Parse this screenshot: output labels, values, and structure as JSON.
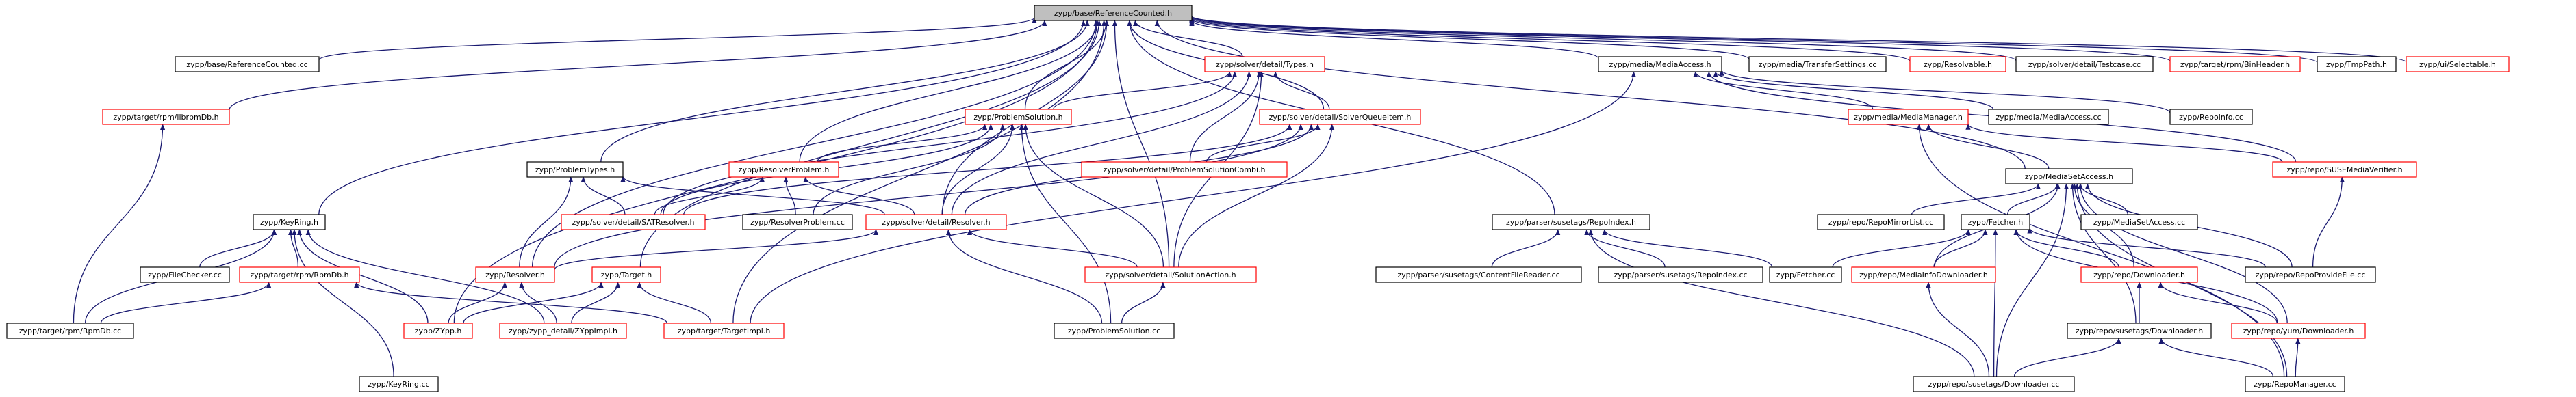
{
  "colors": {
    "edge": "#191970",
    "border_normal": "#000000",
    "border_undocumented": "#ff0000",
    "root_fill": "#bfbfbf",
    "node_fill": "#ffffff"
  },
  "nodes": [
    {
      "id": "root",
      "label": "zypp/base/ReferenceCounted.h",
      "style": "root"
    },
    {
      "id": "refcc",
      "label": "zypp/base/ReferenceCounted.cc",
      "style": "normal"
    },
    {
      "id": "types",
      "label": "zypp/solver/detail/Types.h",
      "style": "red"
    },
    {
      "id": "mediaaccess",
      "label": "zypp/media/MediaAccess.h",
      "style": "normal"
    },
    {
      "id": "transfer",
      "label": "zypp/media/TransferSettings.cc",
      "style": "normal"
    },
    {
      "id": "resolvable",
      "label": "zypp/Resolvable.h",
      "style": "red"
    },
    {
      "id": "testcase",
      "label": "zypp/solver/detail/Testcase.cc",
      "style": "normal"
    },
    {
      "id": "binheader",
      "label": "zypp/target/rpm/BinHeader.h",
      "style": "red"
    },
    {
      "id": "tmppath",
      "label": "zypp/TmpPath.h",
      "style": "normal"
    },
    {
      "id": "selectable",
      "label": "zypp/ui/Selectable.h",
      "style": "red"
    },
    {
      "id": "librpmdb",
      "label": "zypp/target/rpm/librpmDb.h",
      "style": "red"
    },
    {
      "id": "probsol",
      "label": "zypp/ProblemSolution.h",
      "style": "red"
    },
    {
      "id": "sqitem",
      "label": "zypp/solver/detail/SolverQueueItem.h",
      "style": "red"
    },
    {
      "id": "mediamanager",
      "label": "zypp/media/MediaManager.h",
      "style": "red"
    },
    {
      "id": "mediaaccesscc",
      "label": "zypp/media/MediaAccess.cc",
      "style": "normal"
    },
    {
      "id": "repoinfo",
      "label": "zypp/RepoInfo.cc",
      "style": "normal"
    },
    {
      "id": "problemtypes",
      "label": "zypp/ProblemTypes.h",
      "style": "normal"
    },
    {
      "id": "resolverproblem",
      "label": "zypp/ResolverProblem.h",
      "style": "red"
    },
    {
      "id": "probsolcombi",
      "label": "zypp/solver/detail/ProblemSolutionCombi.h",
      "style": "red"
    },
    {
      "id": "suseverifier",
      "label": "zypp/repo/SUSEMediaVerifier.h",
      "style": "red"
    },
    {
      "id": "mediasetaccess",
      "label": "zypp/MediaSetAccess.h",
      "style": "normal"
    },
    {
      "id": "keyring",
      "label": "zypp/KeyRing.h",
      "style": "normal"
    },
    {
      "id": "satresolver",
      "label": "zypp/solver/detail/SATResolver.h",
      "style": "red"
    },
    {
      "id": "resolverproblemcc",
      "label": "zypp/ResolverProblem.cc",
      "style": "normal"
    },
    {
      "id": "detailresolver",
      "label": "zypp/solver/detail/Resolver.h",
      "style": "red"
    },
    {
      "id": "repoindex",
      "label": "zypp/parser/susetags/RepoIndex.h",
      "style": "normal"
    },
    {
      "id": "repomirrorlist",
      "label": "zypp/repo/RepoMirrorList.cc",
      "style": "normal"
    },
    {
      "id": "fetcher",
      "label": "zypp/Fetcher.h",
      "style": "normal"
    },
    {
      "id": "mediasetaccesscc",
      "label": "zypp/MediaSetAccess.cc",
      "style": "normal"
    },
    {
      "id": "filechecker",
      "label": "zypp/FileChecker.cc",
      "style": "normal"
    },
    {
      "id": "rpmdbh",
      "label": "zypp/target/rpm/RpmDb.h",
      "style": "red"
    },
    {
      "id": "resolverh",
      "label": "zypp/Resolver.h",
      "style": "red"
    },
    {
      "id": "targeth",
      "label": "zypp/Target.h",
      "style": "red"
    },
    {
      "id": "solutionaction",
      "label": "zypp/solver/detail/SolutionAction.h",
      "style": "red"
    },
    {
      "id": "contentfilereader",
      "label": "zypp/parser/susetags/ContentFileReader.cc",
      "style": "normal"
    },
    {
      "id": "repoindexcc",
      "label": "zypp/parser/susetags/RepoIndex.cc",
      "style": "normal"
    },
    {
      "id": "fetchercc",
      "label": "zypp/Fetcher.cc",
      "style": "normal"
    },
    {
      "id": "mediainfodl",
      "label": "zypp/repo/MediaInfoDownloader.h",
      "style": "red"
    },
    {
      "id": "downloaderh",
      "label": "zypp/repo/Downloader.h",
      "style": "red"
    },
    {
      "id": "repoprovidefile",
      "label": "zypp/repo/RepoProvideFile.cc",
      "style": "normal"
    },
    {
      "id": "rpmdbcc",
      "label": "zypp/target/rpm/RpmDb.cc",
      "style": "normal"
    },
    {
      "id": "zypph",
      "label": "zypp/ZYpp.h",
      "style": "red"
    },
    {
      "id": "zyppimpl",
      "label": "zypp/zypp_detail/ZYppImpl.h",
      "style": "red"
    },
    {
      "id": "targetimpl",
      "label": "zypp/target/TargetImpl.h",
      "style": "red"
    },
    {
      "id": "problemsolutioncc",
      "label": "zypp/ProblemSolution.cc",
      "style": "normal"
    },
    {
      "id": "susetagsdl",
      "label": "zypp/repo/susetags/Downloader.h",
      "style": "normal"
    },
    {
      "id": "yumdl",
      "label": "zypp/repo/yum/Downloader.h",
      "style": "red"
    },
    {
      "id": "keyringcc",
      "label": "zypp/KeyRing.cc",
      "style": "normal"
    },
    {
      "id": "susetagsdlcc",
      "label": "zypp/repo/susetags/Downloader.cc",
      "style": "normal"
    },
    {
      "id": "repomanagercc",
      "label": "zypp/RepoManager.cc",
      "style": "normal"
    }
  ],
  "edges": [
    [
      "refcc",
      "root"
    ],
    [
      "types",
      "root"
    ],
    [
      "mediaaccess",
      "root"
    ],
    [
      "transfer",
      "root"
    ],
    [
      "resolvable",
      "root"
    ],
    [
      "testcase",
      "root"
    ],
    [
      "binheader",
      "root"
    ],
    [
      "tmppath",
      "root"
    ],
    [
      "selectable",
      "root"
    ],
    [
      "librpmdb",
      "root"
    ],
    [
      "probsol",
      "root"
    ],
    [
      "sqitem",
      "root"
    ],
    [
      "problemtypes",
      "root"
    ],
    [
      "resolverproblem",
      "root"
    ],
    [
      "keyring",
      "root"
    ],
    [
      "detailresolver",
      "root"
    ],
    [
      "repoindex",
      "root"
    ],
    [
      "mediasetaccess",
      "root"
    ],
    [
      "resolverh",
      "root"
    ],
    [
      "targeth",
      "root"
    ],
    [
      "solutionaction",
      "root"
    ],
    [
      "zypph",
      "root"
    ],
    [
      "targetimpl",
      "root"
    ],
    [
      "probsol",
      "types"
    ],
    [
      "sqitem",
      "types"
    ],
    [
      "probsolcombi",
      "types"
    ],
    [
      "detailresolver",
      "types"
    ],
    [
      "solutionaction",
      "types"
    ],
    [
      "satresolver",
      "types"
    ],
    [
      "mediamanager",
      "mediaaccess"
    ],
    [
      "mediaaccesscc",
      "mediaaccess"
    ],
    [
      "repoinfo",
      "mediaaccess"
    ],
    [
      "suseverifier",
      "mediaaccess"
    ],
    [
      "targetimpl",
      "mediaaccess"
    ],
    [
      "resolverproblem",
      "probsol"
    ],
    [
      "satresolver",
      "probsol"
    ],
    [
      "resolverproblemcc",
      "probsol"
    ],
    [
      "detailresolver",
      "probsol"
    ],
    [
      "solutionaction",
      "probsol"
    ],
    [
      "problemsolutioncc",
      "probsol"
    ],
    [
      "probsolcombi",
      "sqitem"
    ],
    [
      "satresolver",
      "sqitem"
    ],
    [
      "detailresolver",
      "sqitem"
    ],
    [
      "solutionaction",
      "sqitem"
    ],
    [
      "resolverh",
      "sqitem"
    ],
    [
      "mediasetaccess",
      "mediamanager"
    ],
    [
      "suseverifier",
      "mediamanager"
    ],
    [
      "repomanagercc",
      "mediamanager"
    ],
    [
      "satresolver",
      "problemtypes"
    ],
    [
      "resolverh",
      "problemtypes"
    ],
    [
      "detailresolver",
      "problemtypes"
    ],
    [
      "satresolver",
      "resolverproblem"
    ],
    [
      "resolverproblemcc",
      "resolverproblem"
    ],
    [
      "detailresolver",
      "resolverproblem"
    ],
    [
      "repoprovidefile",
      "suseverifier"
    ],
    [
      "repomirrorlist",
      "mediasetaccess"
    ],
    [
      "fetcher",
      "mediasetaccess"
    ],
    [
      "mediasetaccesscc",
      "mediasetaccess"
    ],
    [
      "mediainfodl",
      "mediasetaccess"
    ],
    [
      "downloaderh",
      "mediasetaccess"
    ],
    [
      "repoprovidefile",
      "mediasetaccess"
    ],
    [
      "susetagsdlcc",
      "mediasetaccess"
    ],
    [
      "yumdl",
      "mediasetaccess"
    ],
    [
      "repomanagercc",
      "mediasetaccess"
    ],
    [
      "susetagsdl",
      "mediasetaccess"
    ],
    [
      "filechecker",
      "keyring"
    ],
    [
      "rpmdbh",
      "keyring"
    ],
    [
      "rpmdbcc",
      "keyring"
    ],
    [
      "zypph",
      "keyring"
    ],
    [
      "zyppimpl",
      "keyring"
    ],
    [
      "keyringcc",
      "keyring"
    ],
    [
      "resolverh",
      "detailresolver"
    ],
    [
      "solutionaction",
      "detailresolver"
    ],
    [
      "problemsolutioncc",
      "detailresolver"
    ],
    [
      "contentfilereader",
      "repoindex"
    ],
    [
      "repoindexcc",
      "repoindex"
    ],
    [
      "fetchercc",
      "repoindex"
    ],
    [
      "susetagsdlcc",
      "repoindex"
    ],
    [
      "fetchercc",
      "fetcher"
    ],
    [
      "mediainfodl",
      "fetcher"
    ],
    [
      "downloaderh",
      "fetcher"
    ],
    [
      "yumdl",
      "fetcher"
    ],
    [
      "susetagsdlcc",
      "fetcher"
    ],
    [
      "repoprovidefile",
      "fetcher"
    ],
    [
      "rpmdbcc",
      "rpmdbh"
    ],
    [
      "targetimpl",
      "rpmdbh"
    ],
    [
      "rpmdbcc",
      "librpmdb"
    ],
    [
      "zypph",
      "resolverh"
    ],
    [
      "zyppimpl",
      "resolverh"
    ],
    [
      "zypph",
      "targeth"
    ],
    [
      "zyppimpl",
      "targeth"
    ],
    [
      "targetimpl",
      "targeth"
    ],
    [
      "problemsolutioncc",
      "solutionaction"
    ],
    [
      "susetagsdlcc",
      "mediainfodl"
    ],
    [
      "susetagsdl",
      "downloaderh"
    ],
    [
      "yumdl",
      "downloaderh"
    ],
    [
      "susetagsdlcc",
      "susetagsdl"
    ],
    [
      "repomanagercc",
      "susetagsdl"
    ],
    [
      "repomanagercc",
      "yumdl"
    ]
  ]
}
